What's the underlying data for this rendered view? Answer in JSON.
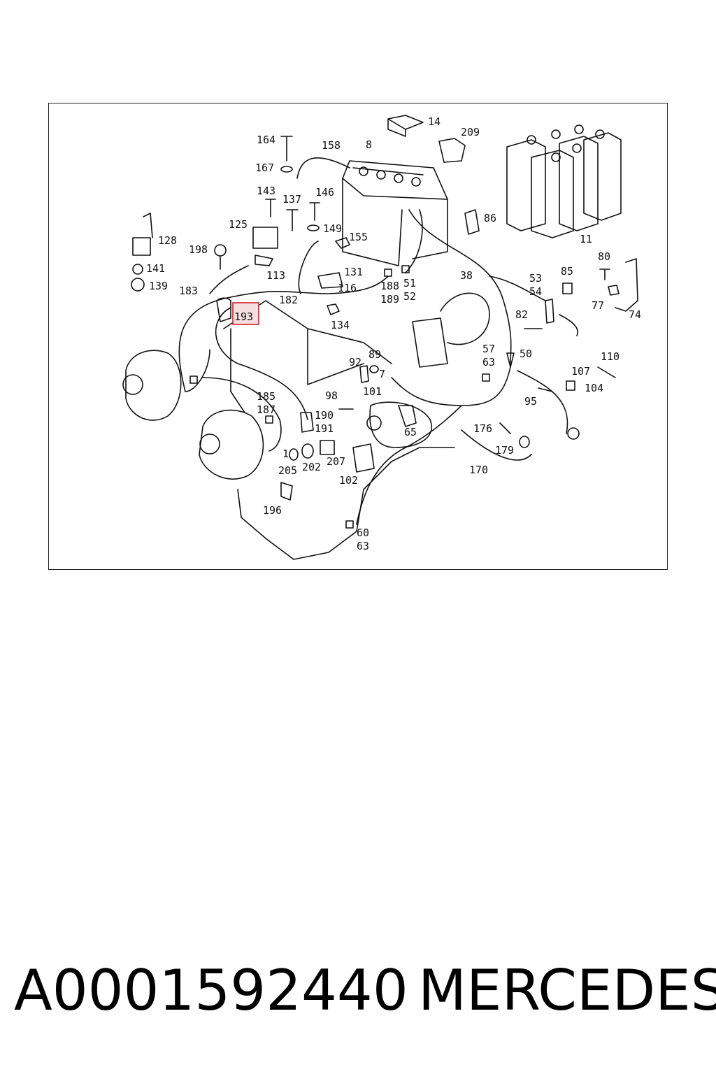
{
  "diagram": {
    "highlighted_label": "193",
    "labels": [
      "14",
      "209",
      "164",
      "158",
      "8",
      "167",
      "143",
      "137",
      "146",
      "125",
      "149",
      "155",
      "86",
      "11",
      "128",
      "198",
      "113",
      "131",
      "141",
      "139",
      "183",
      "182",
      "116",
      "188",
      "189",
      "51",
      "52",
      "38",
      "53",
      "54",
      "85",
      "80",
      "77",
      "74",
      "134",
      "82",
      "50",
      "57",
      "63",
      "92",
      "89",
      "110",
      "107",
      "104",
      "95",
      "185",
      "187",
      "98",
      "101",
      "190",
      "191",
      "7",
      "65",
      "176",
      "179",
      "1",
      "205",
      "202",
      "207",
      "102",
      "170",
      "196",
      "60",
      "63"
    ]
  },
  "footer": {
    "part_number": "A0001592440",
    "brand": "MERCEDES"
  }
}
